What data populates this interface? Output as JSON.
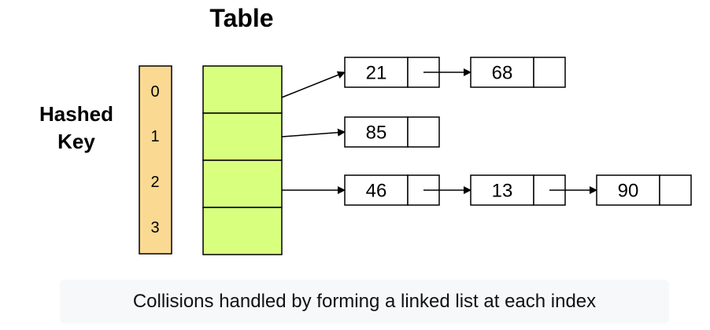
{
  "title": "Table",
  "hashed_key_label": [
    "Hashed",
    "Key"
  ],
  "indices": [
    "0",
    "1",
    "2",
    "3"
  ],
  "chains": [
    [
      "21",
      "68"
    ],
    [
      "85"
    ],
    [
      "46",
      "13",
      "90"
    ],
    []
  ],
  "caption": "Collisions handled by forming a linked list at each index",
  "colors": {
    "key_fill": "#fad992",
    "table_fill": "#d9ff7f",
    "node_fill": "#ffffff",
    "stroke": "#000000",
    "caption_bg": "#f7f8fa"
  }
}
